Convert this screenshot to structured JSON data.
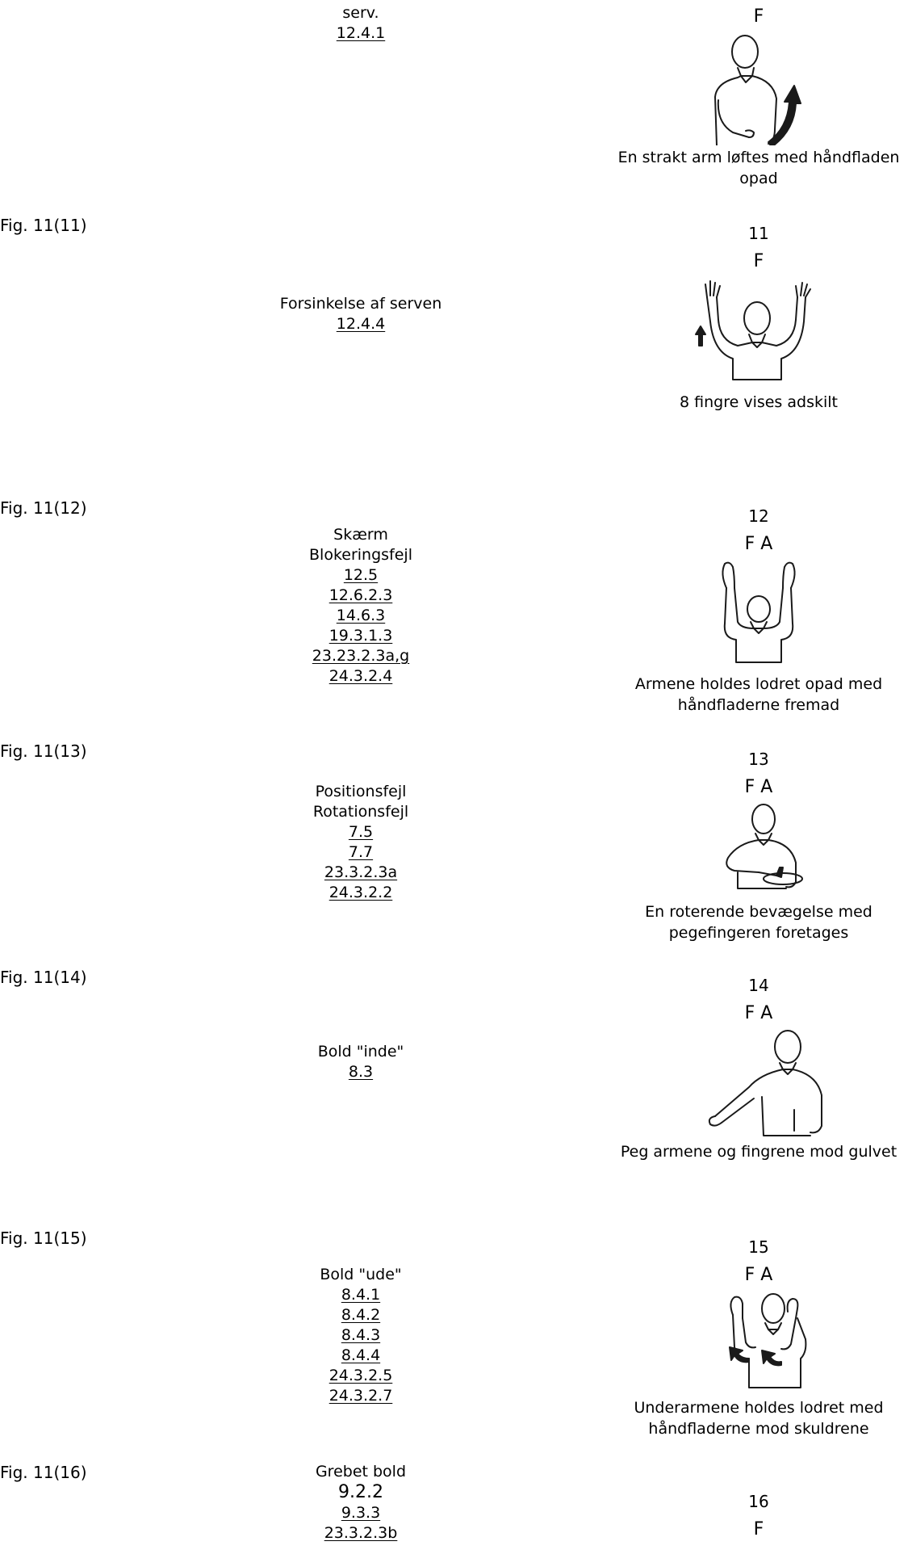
{
  "figures": [
    {
      "label": "",
      "description_lines": [
        "serv."
      ],
      "refs": [
        "12.4.1"
      ],
      "number": "",
      "letters": "F",
      "caption": "En strakt arm løftes med håndfladen opad"
    },
    {
      "label": "Fig. 11(11)",
      "description_lines": [
        "Forsinkelse af serven"
      ],
      "refs": [
        "12.4.4"
      ],
      "number": "11",
      "letters": "F",
      "caption": "8 fingre vises adskilt"
    },
    {
      "label": "Fig. 11(12)",
      "description_lines": [
        "Skærm",
        "Blokeringsfejl"
      ],
      "refs": [
        "12.5",
        "12.6.2.3",
        "14.6.3",
        "19.3.1.3",
        "23.23.2.3a,g",
        "24.3.2.4"
      ],
      "number": "12",
      "letters": "F A",
      "caption": "Armene holdes lodret opad med håndfladerne fremad"
    },
    {
      "label": "Fig. 11(13)",
      "description_lines": [
        "Positionsfejl",
        "Rotationsfejl"
      ],
      "refs": [
        "7.5",
        "7.7",
        "23.3.2.3a",
        "24.3.2.2"
      ],
      "number": "13",
      "letters": "F A",
      "caption": "En roterende bevægelse med pegefingeren foretages"
    },
    {
      "label": "Fig. 11(14)",
      "description_lines": [
        "Bold \"inde\""
      ],
      "refs": [
        "8.3"
      ],
      "number": "14",
      "letters": "F A",
      "caption": "Peg armene og fingrene mod gulvet"
    },
    {
      "label": "Fig. 11(15)",
      "description_lines": [
        "Bold \"ude\""
      ],
      "refs": [
        "8.4.1",
        "8.4.2",
        "8.4.3",
        "8.4.4",
        "24.3.2.5",
        "24.3.2.7"
      ],
      "number": "15",
      "letters": "F A",
      "caption": "Underarmene holdes lodret med håndfladerne mod skuldrene"
    },
    {
      "label": "Fig. 11(16)",
      "description_lines": [
        "Grebet bold"
      ],
      "plain_refs": [
        "9.2.2"
      ],
      "refs": [
        "9.3.3",
        "23.3.2.3b"
      ],
      "number": "16",
      "letters": "F",
      "caption": ""
    }
  ]
}
